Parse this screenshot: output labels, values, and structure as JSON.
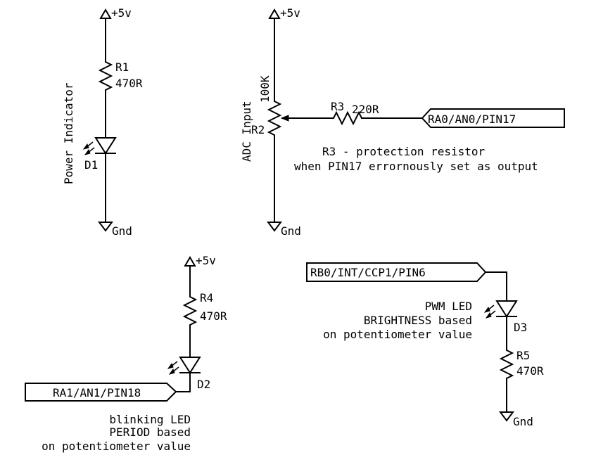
{
  "power": {
    "supply_label": "+5v",
    "r1_name": "R1",
    "r1_value": "470R",
    "d1_name": "D1",
    "ground_label": "Gnd",
    "caption": "Power Indicator"
  },
  "adc": {
    "supply_label": "+5v",
    "r2_value": "100K",
    "r2_name": "R2",
    "caption": "ADC Input",
    "r3_name": "R3",
    "r3_value": "220R",
    "port_label": "RA0/AN0/PIN17",
    "ground_label": "Gnd",
    "note_line1": "R3 - protection resistor",
    "note_line2": "when PIN17 errornously set as output"
  },
  "blink": {
    "supply_label": "+5v",
    "r4_name": "R4",
    "r4_value": "470R",
    "d2_name": "D2",
    "port_label": "RA1/AN1/PIN18",
    "note_line1": "blinking LED",
    "note_line2": "PERIOD based",
    "note_line3": "on potentiometer value"
  },
  "pwm": {
    "port_label": "RB0/INT/CCP1/PIN6",
    "note_line1": "PWM LED",
    "note_line2": "BRIGHTNESS based",
    "note_line3": "on potentiometer value",
    "d3_name": "D3",
    "r5_name": "R5",
    "r5_value": "470R",
    "ground_label": "Gnd"
  }
}
